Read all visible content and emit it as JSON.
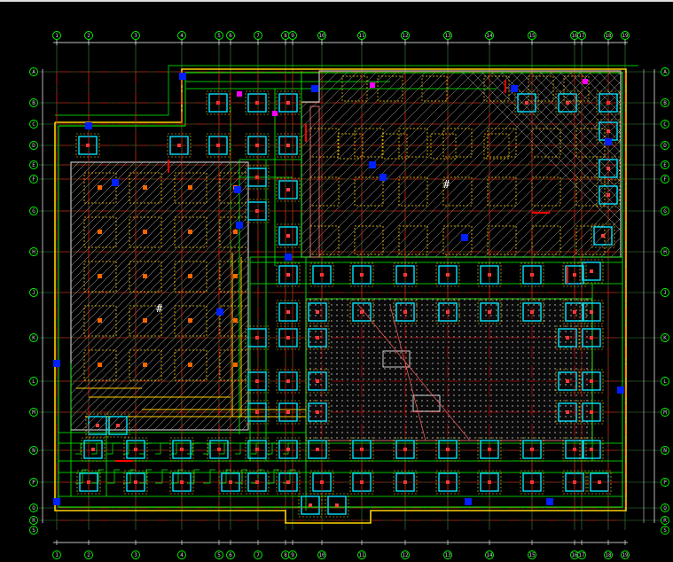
{
  "drawing": {
    "colors": {
      "background": "#000000",
      "grid_line": "#ffffff",
      "axis_line": "#ff0000",
      "outline": "#ffd200",
      "wall": "#00ff00",
      "pile_cap": "#00e5ff",
      "hatch": "#e8e8e8",
      "marker": "#0020ff",
      "accent": "#ff00ff",
      "dim": "#ffffff"
    },
    "column_labels_top": [
      "1",
      "2",
      "3",
      "4",
      "5",
      "6",
      "7",
      "8",
      "9",
      "10",
      "11",
      "12",
      "13",
      "14",
      "15",
      "16",
      "17",
      "18",
      "19"
    ],
    "column_labels_bottom": [
      "1",
      "2",
      "3",
      "4",
      "5",
      "6",
      "7",
      "8",
      "9",
      "10",
      "11",
      "12",
      "13",
      "14",
      "15",
      "16",
      "17",
      "18",
      "19"
    ],
    "row_labels": [
      "A",
      "B",
      "C",
      "D",
      "E",
      "F",
      "G",
      "H",
      "J",
      "K",
      "L",
      "M",
      "N",
      "P",
      "Q",
      "R",
      "S"
    ],
    "area_marks": [
      "#",
      "#"
    ]
  }
}
